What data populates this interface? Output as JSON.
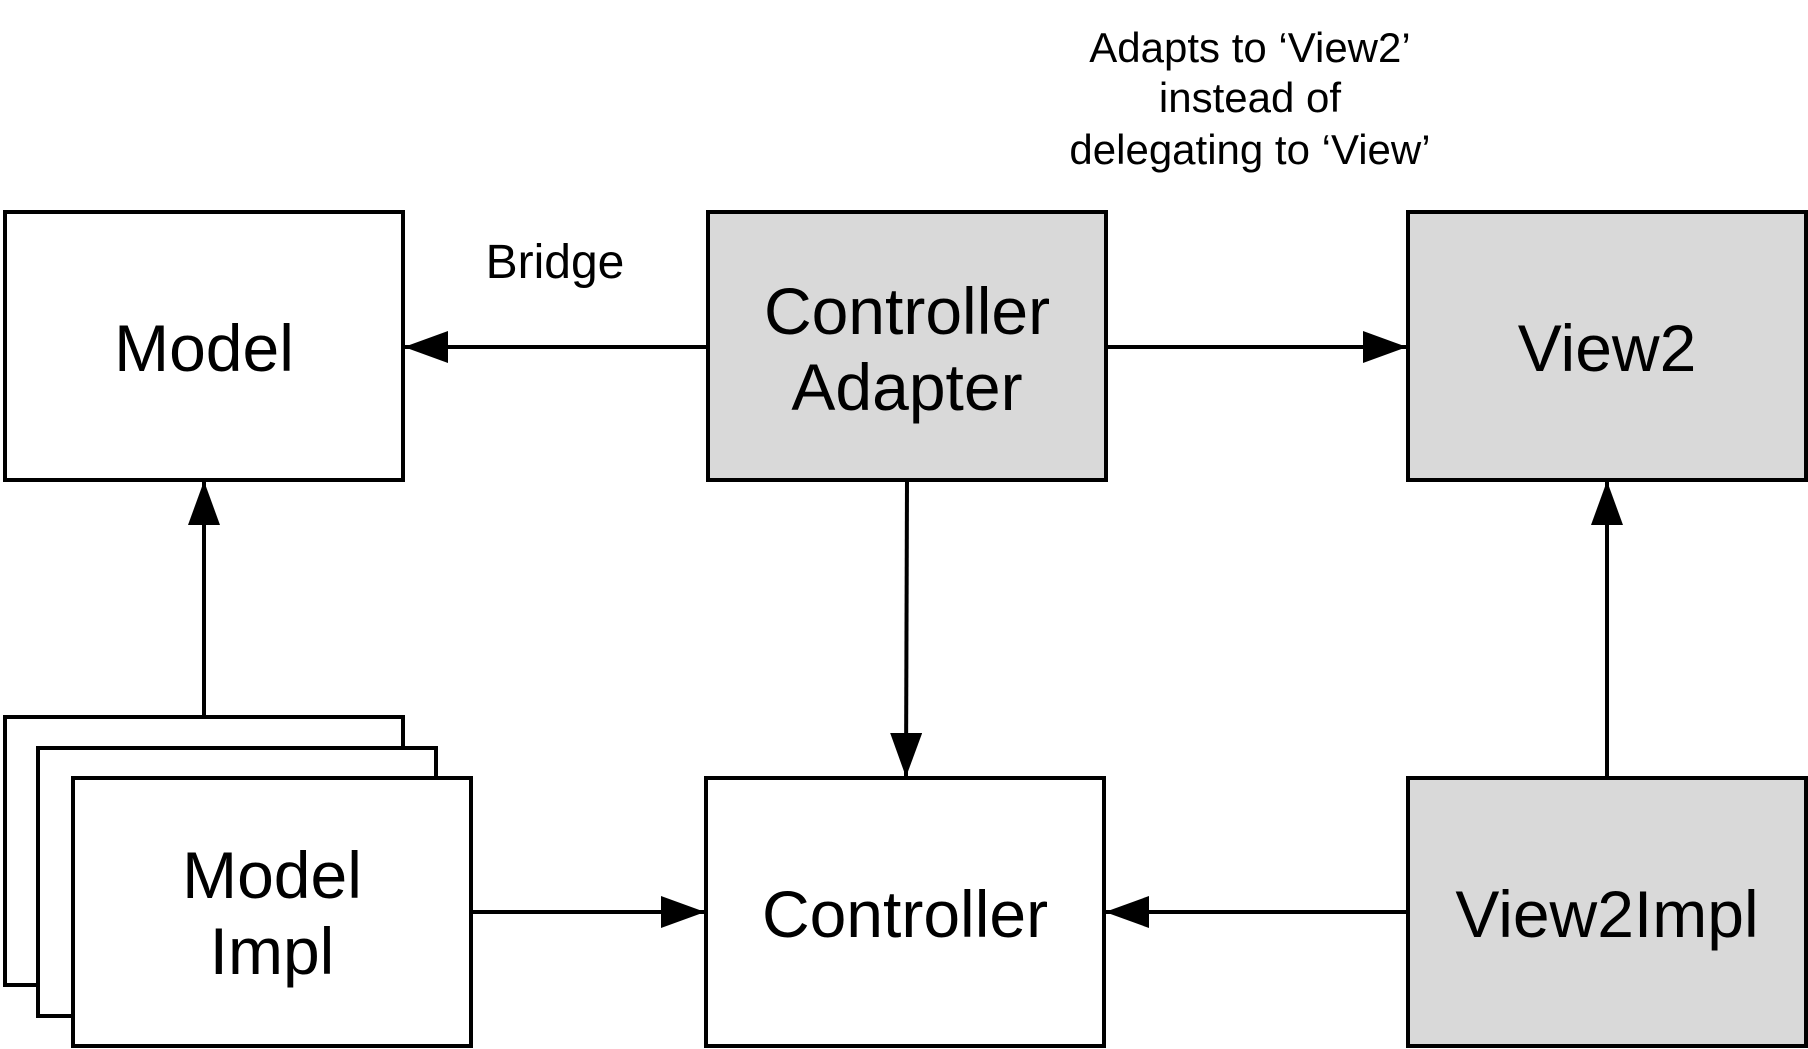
{
  "colors": {
    "plain_fill": "#ffffff",
    "highlight_fill": "#d9d9d9",
    "stroke": "#000000"
  },
  "nodes": {
    "model": {
      "line1": "Model"
    },
    "controller_adapter": {
      "line1": "Controller",
      "line2": "Adapter"
    },
    "view2": {
      "line1": "View2"
    },
    "model_impl": {
      "line1": "Model",
      "line2": "Impl"
    },
    "controller": {
      "line1": "Controller"
    },
    "view2impl": {
      "line1": "View2Impl"
    }
  },
  "labels": {
    "bridge": "Bridge",
    "adapter_note": {
      "line1": "Adapts to ‘View2’",
      "line2": "instead of",
      "line3": "delegating to ‘View’"
    }
  }
}
